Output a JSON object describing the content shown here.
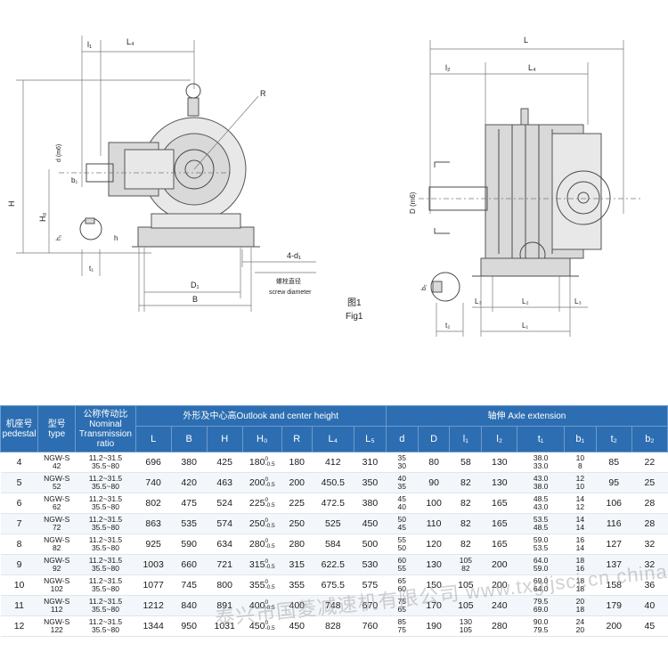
{
  "drawing": {
    "left_labels": {
      "l1": "l₁",
      "l4": "L₄",
      "R": "R",
      "H": "H",
      "H0": "H₀",
      "d": "d (m6)",
      "b1": "b₁",
      "t1": "t₁",
      "h": "h",
      "D1": "D₁",
      "B": "B",
      "bolt": "4-d₁",
      "screw_cn": "螺栓直径",
      "screw_en": "screw diameter"
    },
    "fig_cn": "图1",
    "fig_en": "Fig1",
    "right_labels": {
      "L": "L",
      "l2": "l₂",
      "L4": "L₄",
      "D": "D (m6)",
      "b2": "b₂",
      "t2": "t₂",
      "L3a": "L₃",
      "L2": "L₂",
      "L3b": "L₃",
      "L1": "L₁"
    }
  },
  "table": {
    "header": {
      "pedestal_cn": "机座号",
      "pedestal_en": "pedestal",
      "type_cn": "型号",
      "type_en": "type",
      "ratio_cn": "公称传动比",
      "ratio_en": "Nominal Transmission ratio",
      "outlook_group": "外形及中心高Outlook and center height",
      "axle_group": "轴伸 Axle extension",
      "cols": [
        "L",
        "B",
        "H",
        "H₀",
        "R",
        "L₄",
        "L₅",
        "d",
        "D",
        "l₁",
        "l₂",
        "t₁",
        "b₁",
        "t₂",
        "b₂"
      ]
    },
    "rows": [
      {
        "pedestal": "4",
        "type": "NGW-S 42",
        "ratio": "11.2~31.5 35.5~80",
        "L": "696",
        "B": "380",
        "H": "425",
        "H0": "180",
        "R": "180",
        "L4": "412",
        "L5": "310",
        "d": "35 30",
        "D": "80",
        "l1": "58",
        "l2": "130",
        "t1": "38.0 33.0",
        "b1": "10 8",
        "t2": "85",
        "b2": "22"
      },
      {
        "pedestal": "5",
        "type": "NGW-S 52",
        "ratio": "11.2~31.5 35.5~80",
        "L": "740",
        "B": "420",
        "H": "463",
        "H0": "200",
        "R": "200",
        "L4": "450.5",
        "L5": "350",
        "d": "40 35",
        "D": "90",
        "l1": "82",
        "l2": "130",
        "t1": "43.0 38.0",
        "b1": "12 10",
        "t2": "95",
        "b2": "25"
      },
      {
        "pedestal": "6",
        "type": "NGW-S 62",
        "ratio": "11.2~31.5 35.5~80",
        "L": "802",
        "B": "475",
        "H": "524",
        "H0": "225",
        "R": "225",
        "L4": "472.5",
        "L5": "380",
        "d": "45 40",
        "D": "100",
        "l1": "82",
        "l2": "165",
        "t1": "48.5 43.0",
        "b1": "14 12",
        "t2": "106",
        "b2": "28"
      },
      {
        "pedestal": "7",
        "type": "NGW-S 72",
        "ratio": "11.2~31.5 35.5~80",
        "L": "863",
        "B": "535",
        "H": "574",
        "H0": "250",
        "R": "250",
        "L4": "525",
        "L5": "450",
        "d": "50 45",
        "D": "110",
        "l1": "82",
        "l2": "165",
        "t1": "53.5 48.5",
        "b1": "14 14",
        "t2": "116",
        "b2": "28"
      },
      {
        "pedestal": "8",
        "type": "NGW-S 82",
        "ratio": "11.2~31.5 35.5~80",
        "L": "925",
        "B": "590",
        "H": "634",
        "H0": "280",
        "R": "280",
        "L4": "584",
        "L5": "500",
        "d": "55 50",
        "D": "120",
        "l1": "82",
        "l2": "165",
        "t1": "59.0 53.5",
        "b1": "16 14",
        "t2": "127",
        "b2": "32"
      },
      {
        "pedestal": "9",
        "type": "NGW-S 92",
        "ratio": "11.2~31.5 35.5~80",
        "L": "1003",
        "B": "660",
        "H": "721",
        "H0": "315",
        "R": "315",
        "L4": "622.5",
        "L5": "530",
        "d": "60 55",
        "D": "130",
        "l1": "105 82",
        "l2": "200",
        "t1": "64.0 59.0",
        "b1": "18 16",
        "t2": "137",
        "b2": "32"
      },
      {
        "pedestal": "10",
        "type": "NGW-S 102",
        "ratio": "11.2~31.5 35.5~80",
        "L": "1077",
        "B": "745",
        "H": "800",
        "H0": "355",
        "R": "355",
        "L4": "675.5",
        "L5": "575",
        "d": "65 60",
        "D": "150",
        "l1": "105",
        "l2": "200",
        "t1": "69.0 64.0",
        "b1": "18 18",
        "t2": "158",
        "b2": "36"
      },
      {
        "pedestal": "11",
        "type": "NGW-S 112",
        "ratio": "11.2~31.5 35.5~80",
        "L": "1212",
        "B": "840",
        "H": "891",
        "H0": "400",
        "R": "400",
        "L4": "748",
        "L5": "670",
        "d": "75 65",
        "D": "170",
        "l1": "105",
        "l2": "240",
        "t1": "79.5 69.0",
        "b1": "20 18",
        "t2": "179",
        "b2": "40"
      },
      {
        "pedestal": "12",
        "type": "NGW-S 122",
        "ratio": "11.2~31.5 35.5~80",
        "L": "1344",
        "B": "950",
        "H": "1031",
        "H0": "450",
        "R": "450",
        "L4": "828",
        "L5": "760",
        "d": "85 75",
        "D": "190",
        "l1": "130 105",
        "l2": "280",
        "t1": "90.0 79.5",
        "b1": "24 20",
        "t2": "200",
        "b2": "45"
      }
    ],
    "h0_tolerance": {
      "upper": "0",
      "lower": "-0.5"
    }
  },
  "watermark": "泰兴市国菱减速机有限公司 www.txgljscj.cn china.com"
}
